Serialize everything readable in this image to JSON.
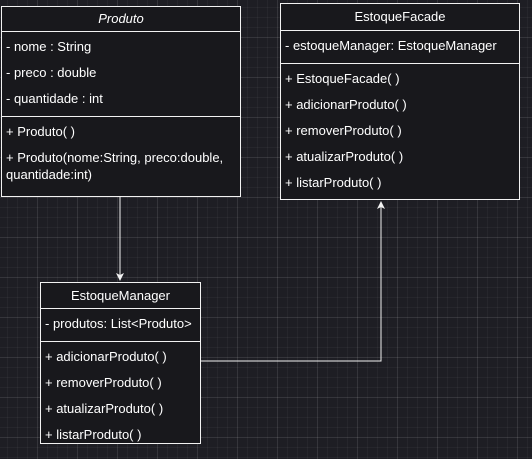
{
  "classes": {
    "produto": {
      "name": "Produto",
      "attributes": [
        "- nome : String",
        "- preco : double",
        "-  quantidade : int"
      ],
      "methods": [
        "+ Produto( )",
        "+ Produto(nome:String, preco:double, quantidade:int)"
      ]
    },
    "estoque_facade": {
      "name": "EstoqueFacade",
      "attributes": [
        "- estoqueManager: EstoqueManager"
      ],
      "methods": [
        "+ EstoqueFacade( )",
        "+ adicionarProduto( )",
        "+ removerProduto( )",
        "+ atualizarProduto( )",
        "+ listarProduto( )"
      ]
    },
    "estoque_manager": {
      "name": "EstoqueManager",
      "attributes": [
        "- produtos: List<Produto>"
      ],
      "methods": [
        "+ adicionarProduto( )",
        "+ removerProduto( )",
        "+ atualizarProduto( )",
        "+ listarProduto( )"
      ]
    }
  },
  "relations": [
    {
      "from": "Produto",
      "to": "EstoqueManager",
      "kind": "arrow"
    },
    {
      "from": "EstoqueManager",
      "to": "EstoqueFacade",
      "kind": "arrow"
    }
  ],
  "colors": {
    "background": "#1e1e24",
    "stroke": "#f2f2f2",
    "text": "#ffffff"
  }
}
